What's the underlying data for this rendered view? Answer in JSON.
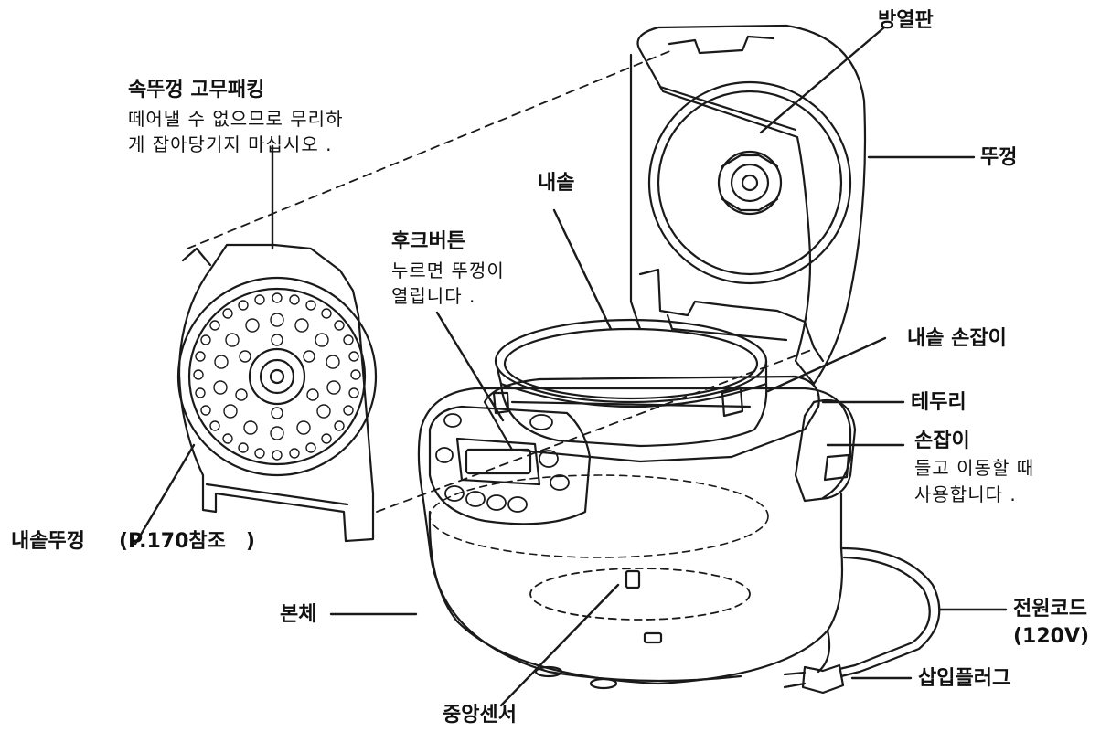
{
  "labels": {
    "inner_lid_gasket": "속뚜껑 고무패킹",
    "inner_lid_gasket_desc_1": "떼어낼 수 없으므로 무리하",
    "inner_lid_gasket_desc_2": "게 잡아당기지 마십시오 .",
    "heat_plate": "방열판",
    "lid": "뚜껑",
    "inner_pot": "내솥",
    "hook_button": "후크버튼",
    "hook_button_desc_1": "누르면 뚜껑이",
    "hook_button_desc_2": "열립니다 .",
    "inner_pot_handle": "내솥 손잡이",
    "rim": "테두리",
    "handle": "손잡이",
    "handle_desc_1": "들고 이동할 때",
    "handle_desc_2": "사용합니다 .",
    "inner_lid": "내솥뚜껑",
    "inner_lid_ref": "(P.170참조　)",
    "body": "본체",
    "power_cord": "전원코드",
    "power_cord_voltage": "(120V)",
    "plug": "삽입플러그",
    "center_sensor": "중앙센서"
  }
}
